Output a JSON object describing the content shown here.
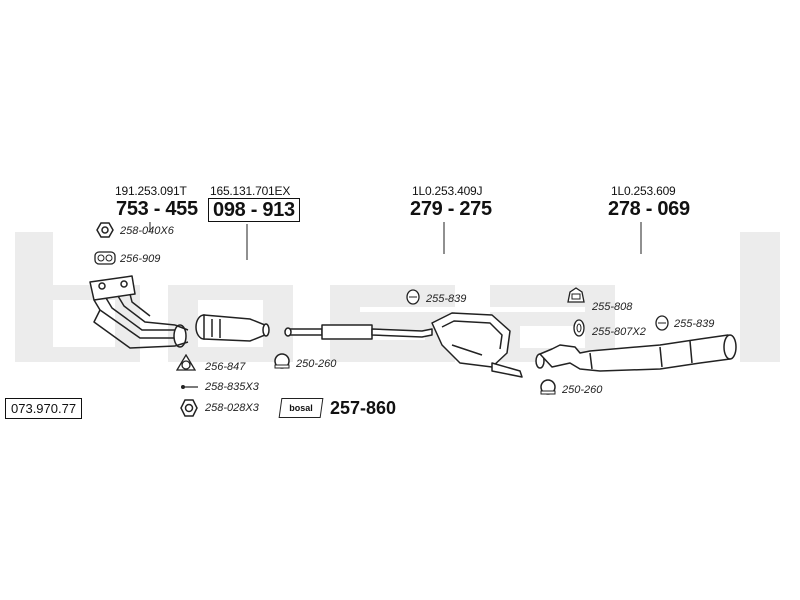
{
  "reference_number": "073.970.77",
  "watermark_text": "bosal",
  "colors": {
    "watermark": "#ececec",
    "outline": "#222222",
    "text": "#111111"
  },
  "components": [
    {
      "oe_number": "191.253.091T",
      "part_number": "753 - 455"
    },
    {
      "oe_number": "165.131.701EX",
      "part_number": "098 - 913"
    },
    {
      "oe_number": "1L0.253.409J",
      "part_number": "279 - 275"
    },
    {
      "oe_number": "1L0.253.609",
      "part_number": "278 - 069"
    }
  ],
  "accessories": {
    "a1": "258-040X6",
    "a2": "256-909",
    "a3": "256-847",
    "a4": "258-835X3",
    "a5": "258-028X3",
    "a6": "250-260",
    "a7": "255-839",
    "a8": "255-808",
    "a9": "255-807X2",
    "a10": "255-839",
    "a11": "250-260"
  },
  "mounting_kit": {
    "logo_text": "bosal",
    "part_number": "257-860"
  }
}
